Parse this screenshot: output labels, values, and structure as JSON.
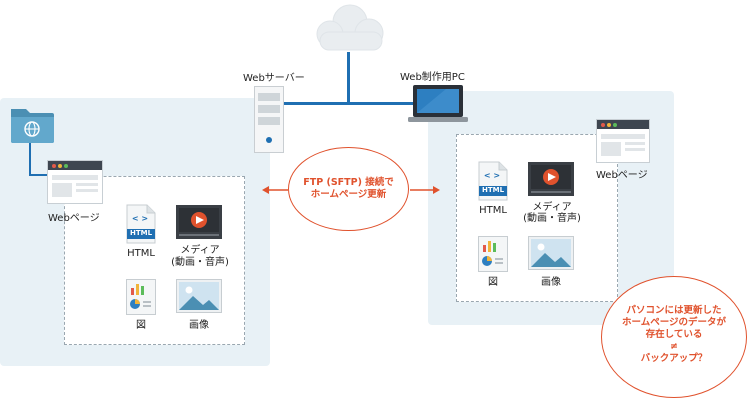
{
  "nodes": {
    "web_server_label": "Webサーバー",
    "web_pc_label": "Web制作用PC"
  },
  "left_site": {
    "webpage_label": "Webページ",
    "html_label": "HTML",
    "html_badge": "HTML",
    "html_brackets": "< >",
    "media_label_1": "メディア",
    "media_label_2": "(動画・音声)",
    "figure_label": "図",
    "image_label": "画像"
  },
  "right_site": {
    "webpage_label": "Webページ",
    "html_label": "HTML",
    "html_badge": "HTML",
    "html_brackets": "< >",
    "media_label_1": "メディア",
    "media_label_2": "(動画・音声)",
    "figure_label": "図",
    "image_label": "画像"
  },
  "callouts": {
    "ftp_line1": "FTP (SFTP) 接続で",
    "ftp_line2": "ホームページ更新",
    "question_line1": "パソコンには更新した",
    "question_line2": "ホームページのデータが",
    "question_line3": "存在している",
    "question_line4": "≠",
    "question_line5": "バックアップ？"
  },
  "colors": {
    "accent_orange": "#e0522d",
    "network_blue": "#1f6fb2",
    "panel_bg": "#e8f1f6",
    "folder_teal": "#5a9ec0"
  },
  "icons": [
    "cloud-icon",
    "server-icon",
    "laptop-icon",
    "folder-globe-icon",
    "browser-window-icon",
    "html-file-icon",
    "media-player-icon",
    "chart-file-icon",
    "landscape-image-icon"
  ]
}
